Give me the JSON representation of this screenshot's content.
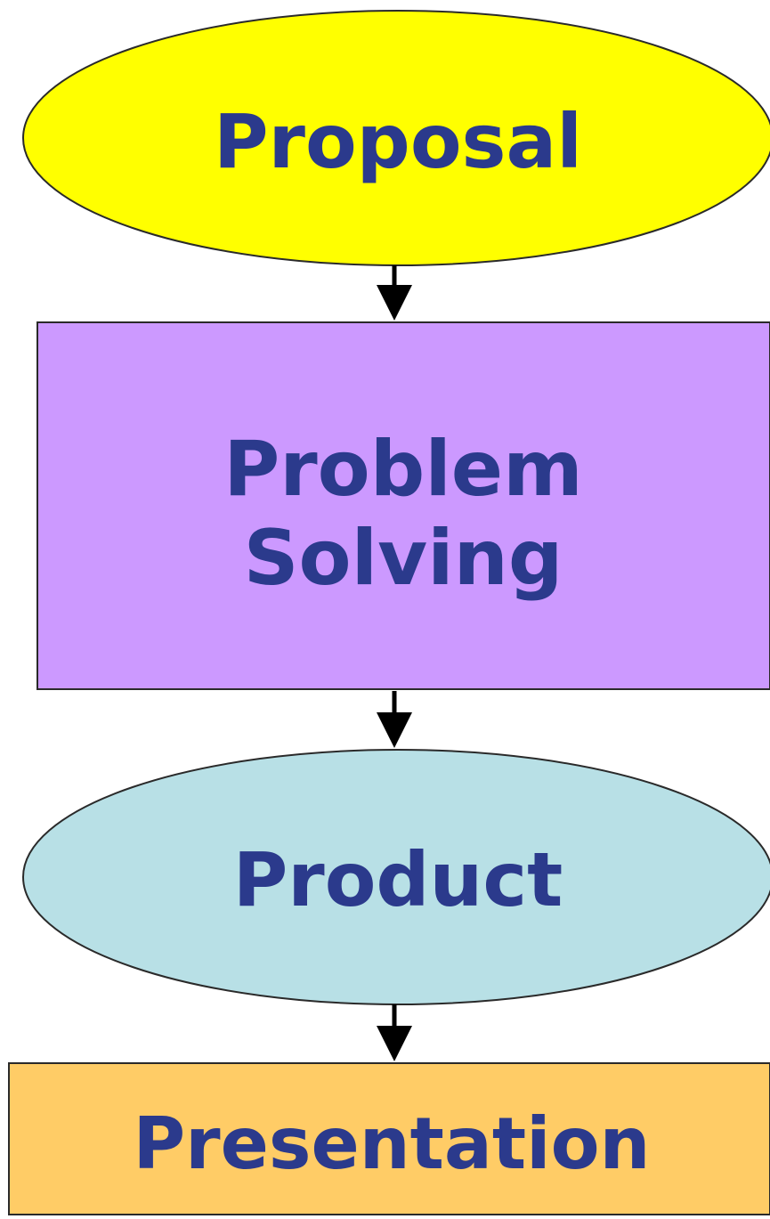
{
  "diagram": {
    "nodes": [
      {
        "id": "proposal",
        "shape": "ellipse",
        "lines": [
          "Proposal"
        ],
        "fill": "#ffff00"
      },
      {
        "id": "problem-solving",
        "shape": "rectangle",
        "lines": [
          "Problem",
          "Solving"
        ],
        "fill": "#cc99ff"
      },
      {
        "id": "product",
        "shape": "ellipse",
        "lines": [
          "Product"
        ],
        "fill": "#b8e0e6"
      },
      {
        "id": "presentation",
        "shape": "rectangle",
        "lines": [
          "Presentation"
        ],
        "fill": "#ffcc66"
      }
    ],
    "edges": [
      {
        "from": "proposal",
        "to": "problem-solving"
      },
      {
        "from": "problem-solving",
        "to": "product"
      },
      {
        "from": "product",
        "to": "presentation"
      }
    ],
    "colors": {
      "text": "#2b3a8c",
      "outline": "#2a2a2a",
      "arrow": "#000000"
    }
  }
}
